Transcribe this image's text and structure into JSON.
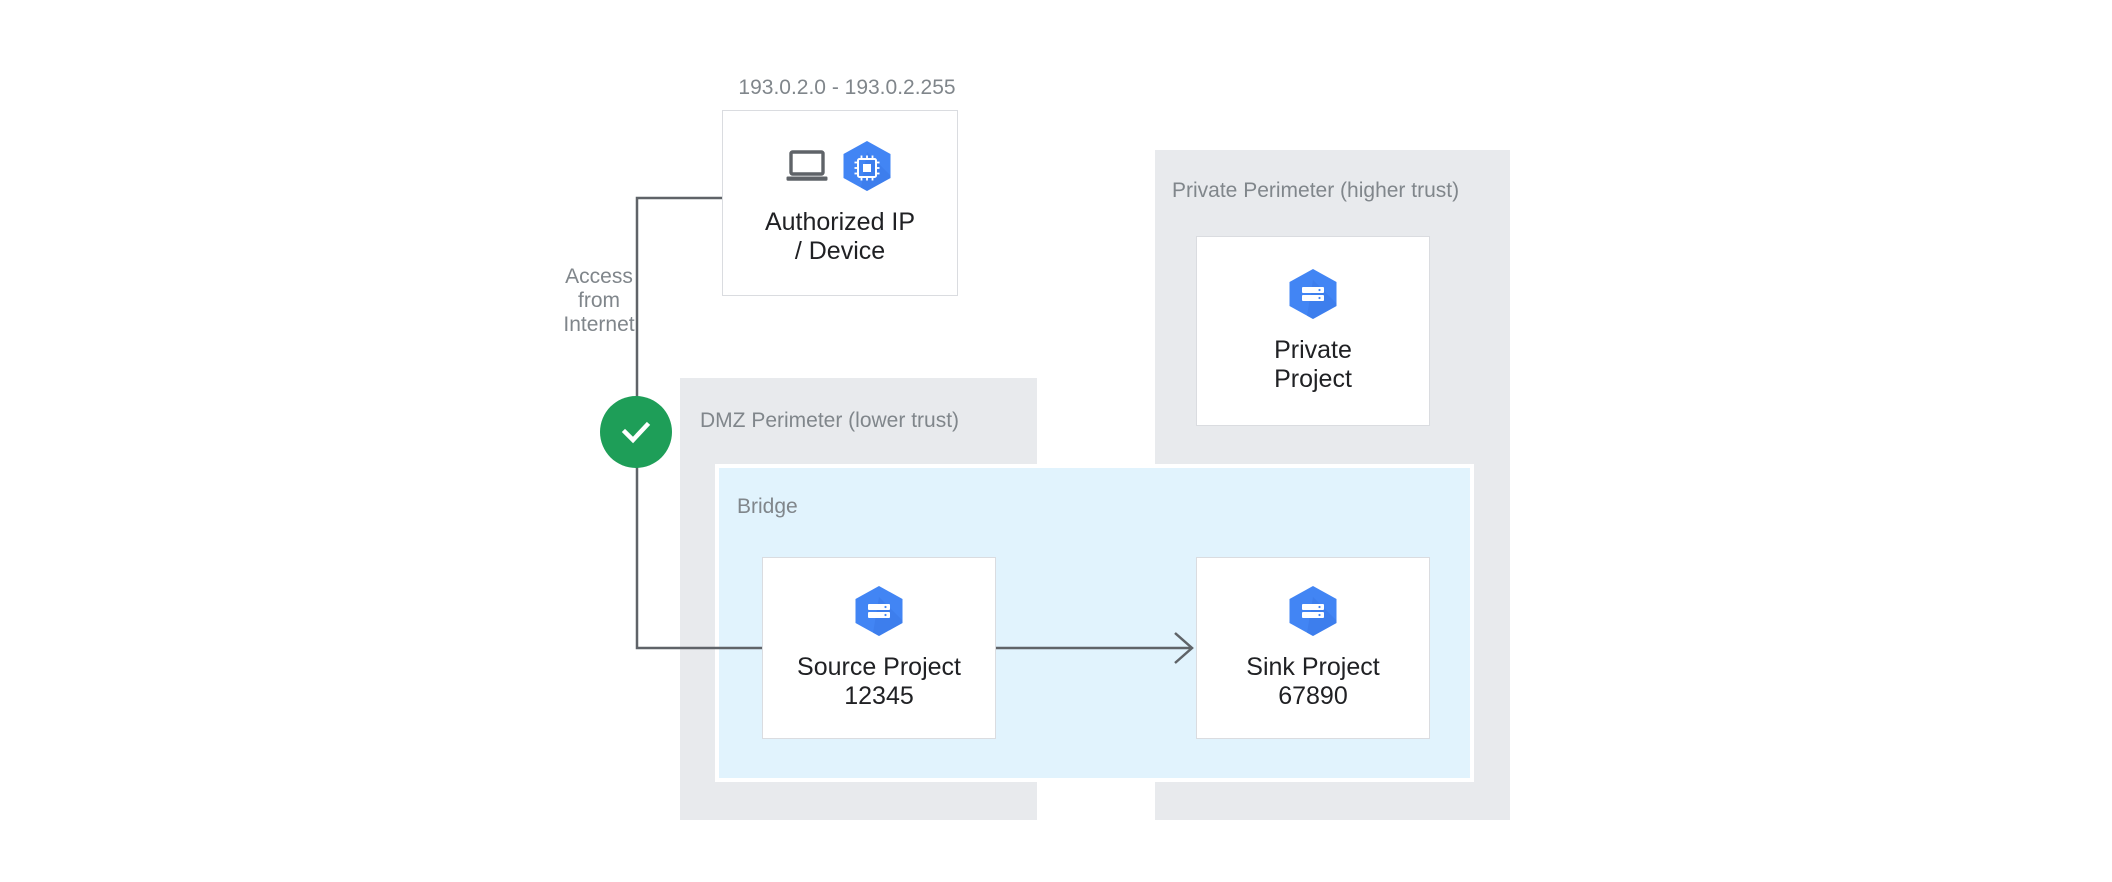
{
  "diagram": {
    "title_region": {
      "ip_range_label": "193.0.2.0 - 193.0.2.255"
    },
    "colors": {
      "perimeter_bg": "#e8eaed",
      "bridge_bg": "#e1f3fd",
      "node_border": "#dadce0",
      "gcp_blue": "#4285f4",
      "gcp_blue_shade": "#3b78e7",
      "check_green": "#1e9e58",
      "connector_gray": "#5f6368",
      "label_gray": "#80868b",
      "text_dark": "#202124",
      "laptop_gray": "#5f6368"
    },
    "perimeters": [
      {
        "id": "dmz",
        "label": "DMZ Perimeter (lower trust)"
      },
      {
        "id": "private",
        "label": "Private Perimeter (higher trust)"
      }
    ],
    "bridge": {
      "label": "Bridge"
    },
    "nodes": [
      {
        "id": "authorized-ip-device",
        "label": "Authorized IP\n/ Device",
        "icons": [
          "laptop-icon",
          "gcp-compute-hexagon-icon"
        ]
      },
      {
        "id": "private-project",
        "label": "Private\nProject",
        "icons": [
          "gcp-project-hexagon-icon"
        ]
      },
      {
        "id": "source-project",
        "label": "Source Project\n12345",
        "icons": [
          "gcp-project-hexagon-icon"
        ]
      },
      {
        "id": "sink-project",
        "label": "Sink Project\n67890",
        "icons": [
          "gcp-project-hexagon-icon"
        ]
      }
    ],
    "annotations": {
      "access_from_internet": "Access\nfrom\nInternet"
    },
    "status": {
      "allowed_check": "check-icon"
    }
  }
}
